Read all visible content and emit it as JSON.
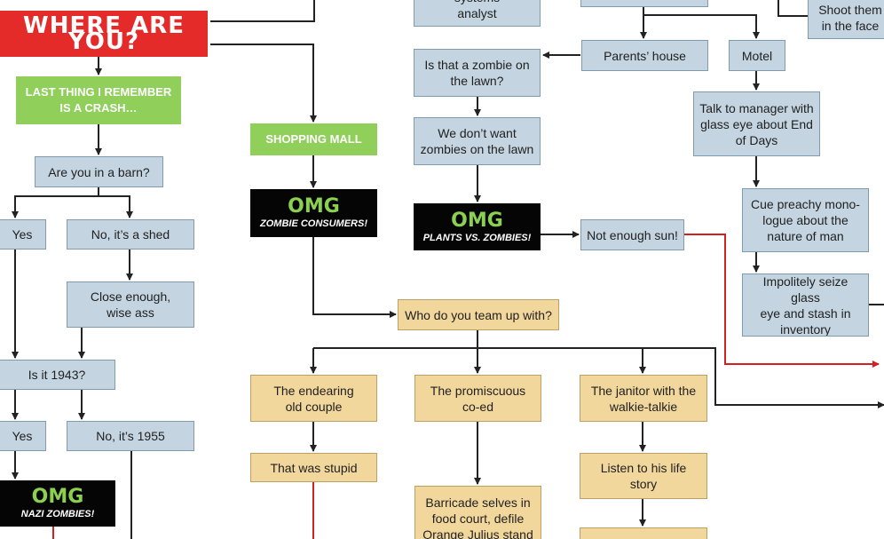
{
  "colors": {
    "question_box": "#c4d5e1",
    "choice_box": "#f2d79c",
    "start_box": "#e52a2a",
    "intro_box": "#8fcf5a",
    "omg_box": "#050505",
    "omg_text": "#8bd14f",
    "connector": "#222222",
    "red_path": "#d62020"
  },
  "title": "WHERE ARE YOU?",
  "nodes": {
    "crash": "LAST THING I REMEMBER\nIS A CRASH…",
    "barn": "Are you in a barn?",
    "yes_1": "Yes",
    "shed": "No, it’s a shed",
    "close_enough": "Close enough,\nwise ass",
    "is_1943": "Is it 1943?",
    "yes_2": "Yes",
    "no_1955": "No, it’s 1955",
    "omg_nazi": {
      "title": "OMG",
      "subtitle": "NAZI ZOMBIES!"
    },
    "mall": "SHOPPING MALL",
    "omg_consumers": {
      "title": "OMG",
      "subtitle": "ZOMBIE CONSUMERS!"
    },
    "team_up": "Who do you team up with?",
    "old_couple": "The endearing\nold couple",
    "stupid": "That was stupid",
    "coed": "The promiscuous\nco-ed",
    "barricade": "Barricade selves in\nfood court, defile\nOrange Julius stand",
    "janitor": "The janitor with the\nwalkie-talkie",
    "life_story": "Listen to his life story",
    "analyst": "student, and systems\nanalyst",
    "lawn_q": "Is that a zombie on\nthe lawn?",
    "lawn_no": "We don’t want\nzombies on the lawn",
    "omg_plants": {
      "title": "OMG",
      "subtitle": "PLANTS VS. ZOMBIES!"
    },
    "sun": "Not enough sun!",
    "parents": "Parents’ house",
    "motel": "Motel",
    "manager": "Talk to manager with\nglass eye about End\nof Days",
    "monologue": "Cue preachy mono-\nlogue about the\nnature of man",
    "seize": "Impolitely seize glass\neye and stash in\ninventory",
    "shoot": "Shoot them\nin the face"
  }
}
